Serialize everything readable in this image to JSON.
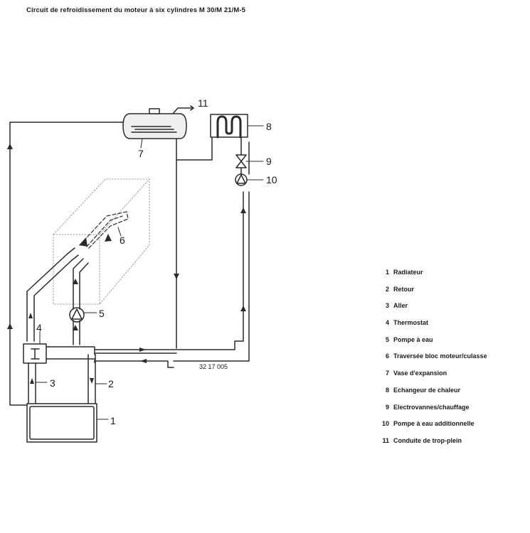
{
  "title": "Circuit de refroidissement du moteur à six cylindres M 30/M 21/M-5",
  "reference_code": "32 17 005",
  "callouts": [
    "1",
    "2",
    "3",
    "4",
    "5",
    "6",
    "7",
    "8",
    "9",
    "10",
    "11"
  ],
  "legend": [
    {
      "num": "1",
      "label": "Radiateur"
    },
    {
      "num": "2",
      "label": "Retour"
    },
    {
      "num": "3",
      "label": "Aller"
    },
    {
      "num": "4",
      "label": "Thermostat"
    },
    {
      "num": "5",
      "label": "Pompe à eau"
    },
    {
      "num": "6",
      "label": "Traversée bloc moteur/culasse"
    },
    {
      "num": "7",
      "label": "Vase d'expansion"
    },
    {
      "num": "8",
      "label": "Echangeur de chaleur"
    },
    {
      "num": "9",
      "label": "Electrovannes/chauffage"
    },
    {
      "num": "10",
      "label": "Pompe à eau additionnelle"
    },
    {
      "num": "11",
      "label": "Conduite de trop-plein"
    }
  ],
  "colors": {
    "line": "#2a2a2a",
    "block": "#8a8a8a",
    "tank_fill": "#efefef"
  }
}
